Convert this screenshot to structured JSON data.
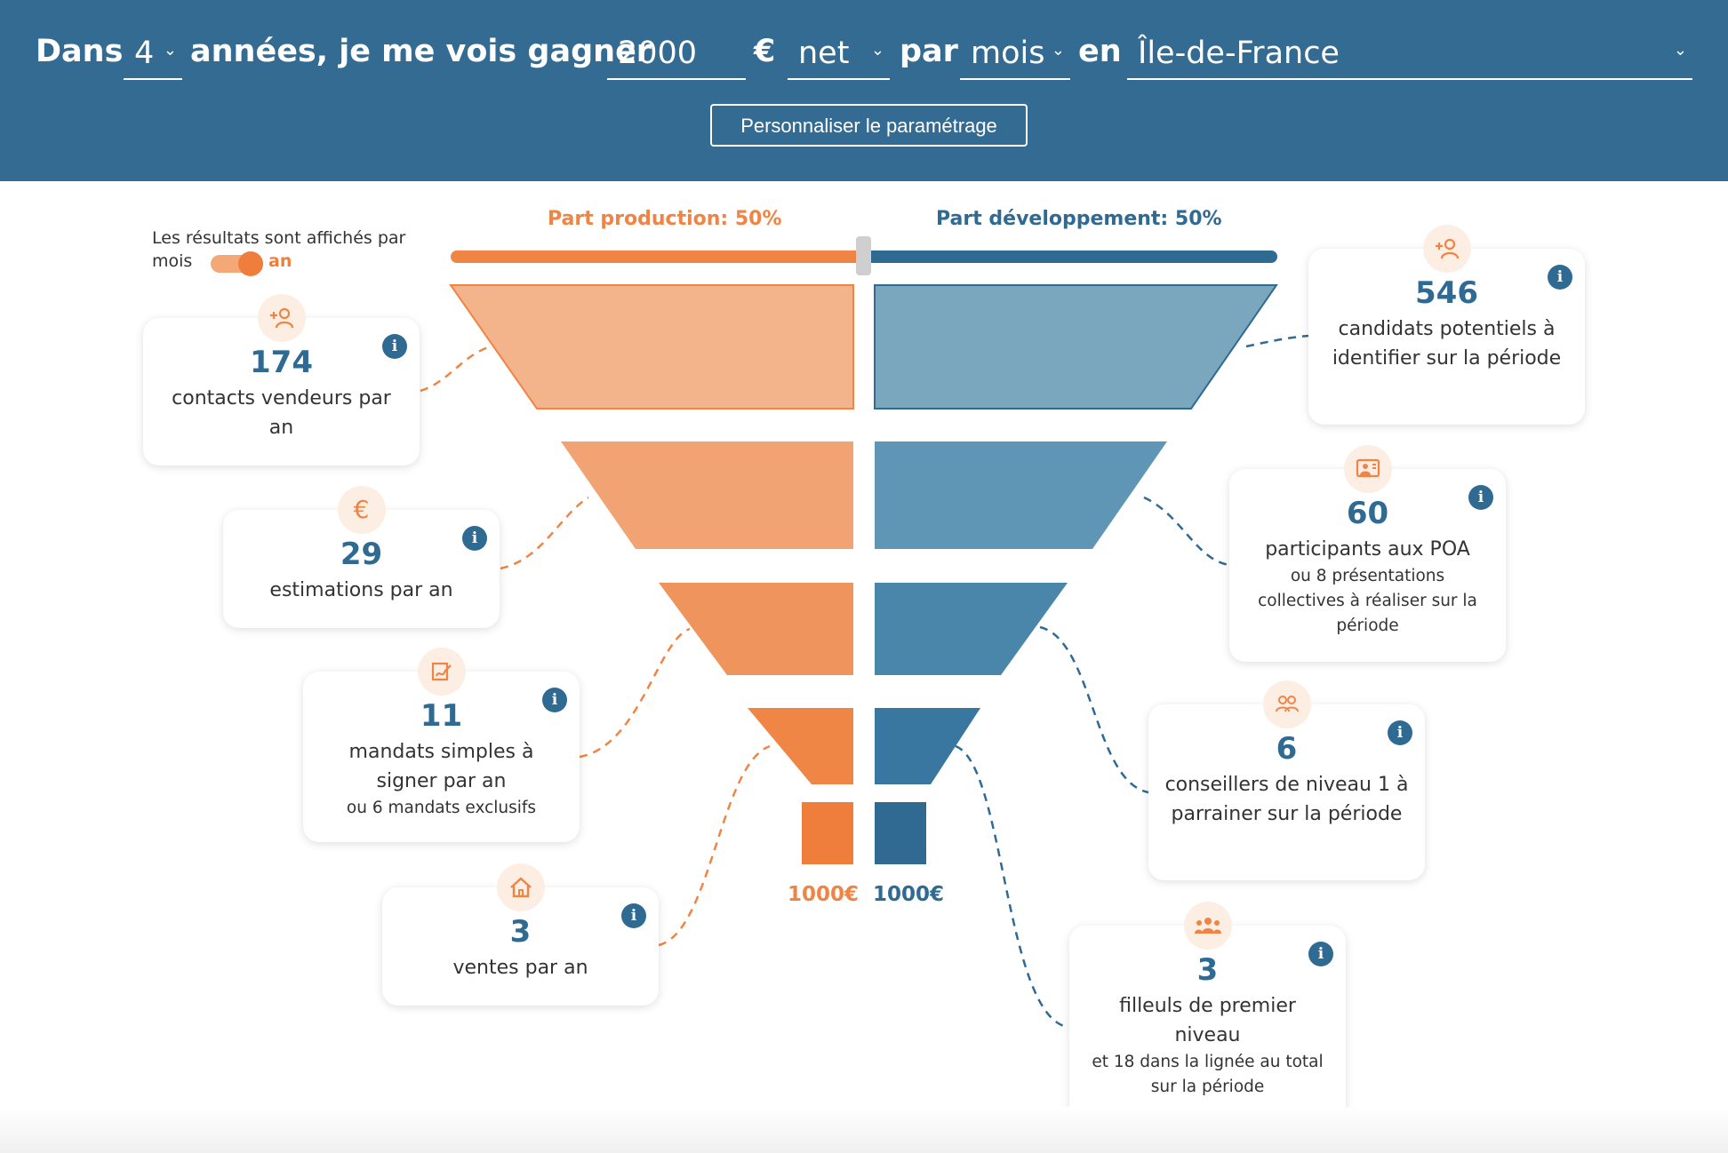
{
  "header": {
    "word_dans": "Dans",
    "years_value": "4",
    "word_years_phrase": "années, je me vois gagner",
    "amount_value": "2000",
    "currency": "€",
    "net_value": "net",
    "word_par": "par",
    "period_value": "mois",
    "word_en": "en",
    "region_value": "Île-de-France",
    "chevron": "⌄",
    "customize_label": "Personnaliser le paramétrage"
  },
  "toggle": {
    "text": "Les résultats sont affichés par",
    "left_label": "mois",
    "right_label": "an",
    "selected": "an"
  },
  "split": {
    "production_label": "Part production: 50%",
    "development_label": "Part développement: 50%",
    "production_share": 50,
    "development_share": 50
  },
  "funnel": {
    "production_amount": "1000€",
    "development_amount": "1000€"
  },
  "colors": {
    "header_bg": "#336b92",
    "orange": "#ef8445",
    "blue": "#2f6a93",
    "orange_tiers": [
      "#f3b48b",
      "#f1a373",
      "#f0945d",
      "#ef8645",
      "#ef7d3c"
    ],
    "blue_tiers": [
      "#7ba7be",
      "#6096b5",
      "#4a85aa",
      "#3a77a0",
      "#306a93"
    ]
  },
  "production_cards": [
    {
      "icon": "add-user-icon",
      "value": "174",
      "desc": "contacts vendeurs par an",
      "sub": ""
    },
    {
      "icon": "euro-icon",
      "value": "29",
      "desc": "estimations par an",
      "sub": ""
    },
    {
      "icon": "signature-icon",
      "value": "11",
      "desc": "mandats simples à signer par an",
      "sub": "ou 6 mandats exclusifs"
    },
    {
      "icon": "house-icon",
      "value": "3",
      "desc": "ventes par an",
      "sub": ""
    }
  ],
  "development_cards": [
    {
      "icon": "add-user-icon",
      "value": "546",
      "desc": "candidats potentiels à identifier sur la période",
      "sub": ""
    },
    {
      "icon": "presentation-icon",
      "value": "60",
      "desc": "participants aux POA",
      "sub": "ou 8 présentations collectives à réaliser sur la période"
    },
    {
      "icon": "users-icon",
      "value": "6",
      "desc": "conseillers de niveau 1 à parrainer sur la période",
      "sub": ""
    },
    {
      "icon": "group-icon",
      "value": "3",
      "desc": "filleuls de premier niveau",
      "sub": "et 18 dans la lignée au total sur la période"
    }
  ],
  "info_glyph": "i"
}
